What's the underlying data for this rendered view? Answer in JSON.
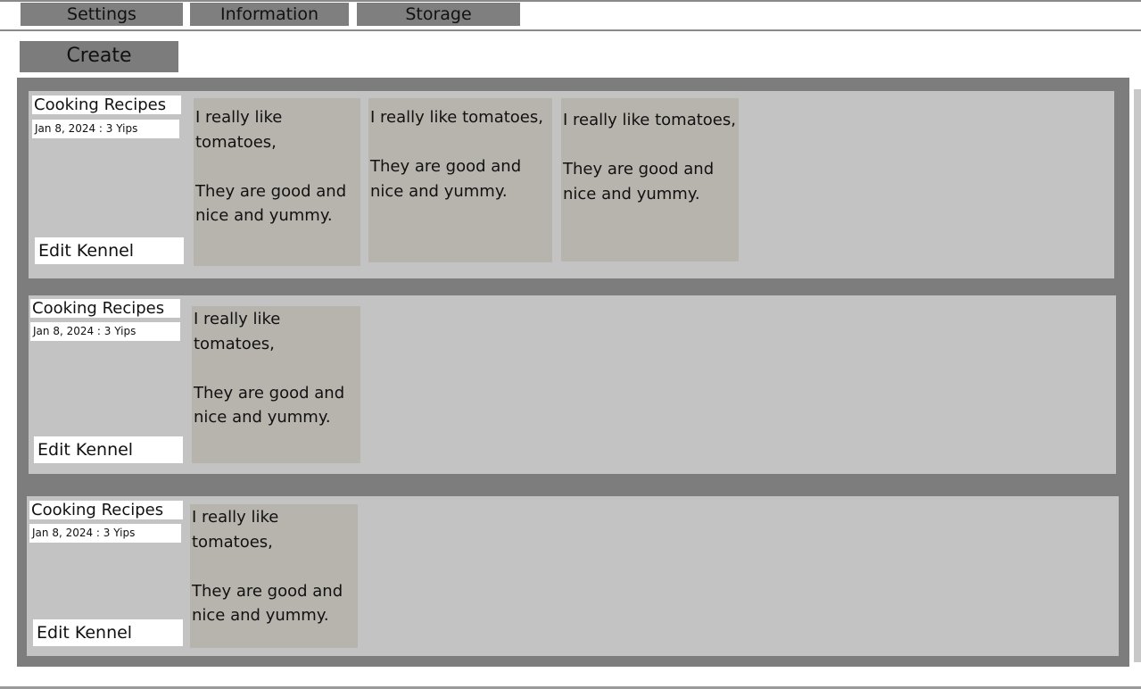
{
  "nav": {
    "tabs": [
      {
        "label": "Settings"
      },
      {
        "label": "Information"
      },
      {
        "label": "Storage"
      }
    ]
  },
  "toolbar": {
    "create_label": "Create"
  },
  "kennels": [
    {
      "title": "Cooking Recipes",
      "meta": "Jan 8, 2024 : 3 Yips",
      "edit_label": "Edit Kennel",
      "yips": [
        {
          "line1": "I really like tomatoes,",
          "line2": "They are good and nice and yummy."
        },
        {
          "line1": "I really like tomatoes,",
          "line2": "They are good and nice and yummy."
        },
        {
          "line1": "I really like tomatoes,",
          "line2": "They are good and nice and yummy."
        }
      ]
    },
    {
      "title": "Cooking Recipes",
      "meta": "Jan 8, 2024 : 3 Yips",
      "edit_label": "Edit Kennel",
      "yips": [
        {
          "line1": "I really like tomatoes,",
          "line2": "They are good and nice and yummy."
        }
      ]
    },
    {
      "title": "Cooking Recipes",
      "meta": "Jan 8, 2024 : 3 Yips",
      "edit_label": "Edit Kennel",
      "yips": [
        {
          "line1": "I really like tomatoes,",
          "line2": "They are good and nice and yummy."
        }
      ]
    }
  ]
}
